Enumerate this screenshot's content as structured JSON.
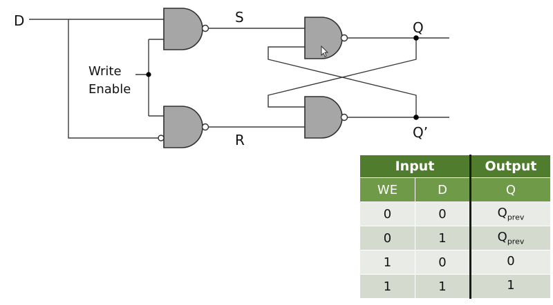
{
  "diagram": {
    "labels": {
      "d_input": "D",
      "write_enable_line1": "Write",
      "write_enable_line2": "Enable",
      "s_signal": "S",
      "r_signal": "R",
      "q_output": "Q",
      "q_bar_output": "Q’"
    }
  },
  "truth_table": {
    "group_input": "Input",
    "group_output": "Output",
    "col_we": "WE",
    "col_d": "D",
    "col_q": "Q",
    "rows": [
      {
        "we": "0",
        "d": "0",
        "q_main": "Q",
        "q_sub": "prev"
      },
      {
        "we": "0",
        "d": "1",
        "q_main": "Q",
        "q_sub": "prev"
      },
      {
        "we": "1",
        "d": "0",
        "q_main": "0",
        "q_sub": ""
      },
      {
        "we": "1",
        "d": "1",
        "q_main": "1",
        "q_sub": ""
      }
    ]
  },
  "colors": {
    "gate_fill": "#a6a6a6",
    "header_dark_green": "#4f7d2d",
    "header_light_green": "#6f9b48",
    "row_light": "#e9ece6",
    "row_dark": "#d4dace"
  }
}
